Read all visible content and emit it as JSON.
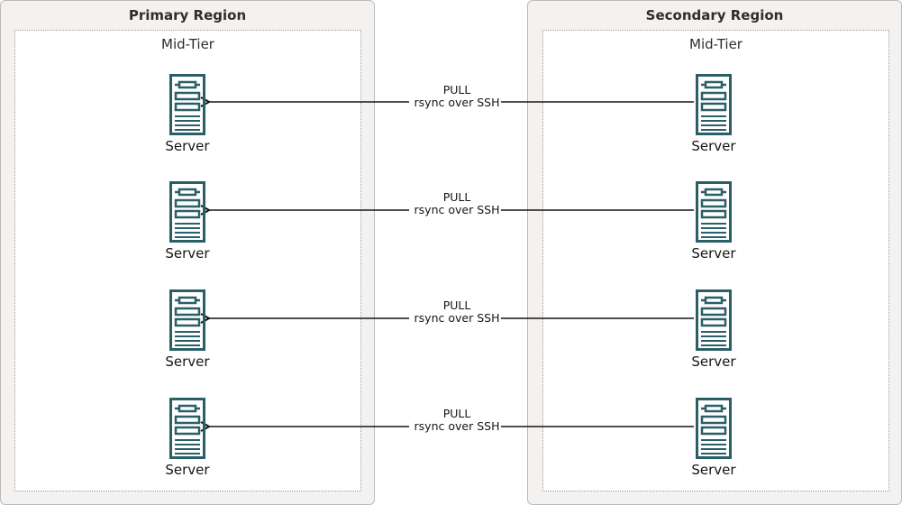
{
  "primary": {
    "title": "Primary Region",
    "tier_label": "Mid-Tier"
  },
  "secondary": {
    "title": "Secondary Region",
    "tier_label": "Mid-Tier"
  },
  "server_label": "Server",
  "connections": [
    {
      "line1": "PULL",
      "line2": "rsync over SSH"
    },
    {
      "line1": "PULL",
      "line2": "rsync over SSH"
    },
    {
      "line1": "PULL",
      "line2": "rsync over SSH"
    },
    {
      "line1": "PULL",
      "line2": "rsync over SSH"
    }
  ],
  "colors": {
    "server": "#2a5f68",
    "arrow": "#161513"
  }
}
